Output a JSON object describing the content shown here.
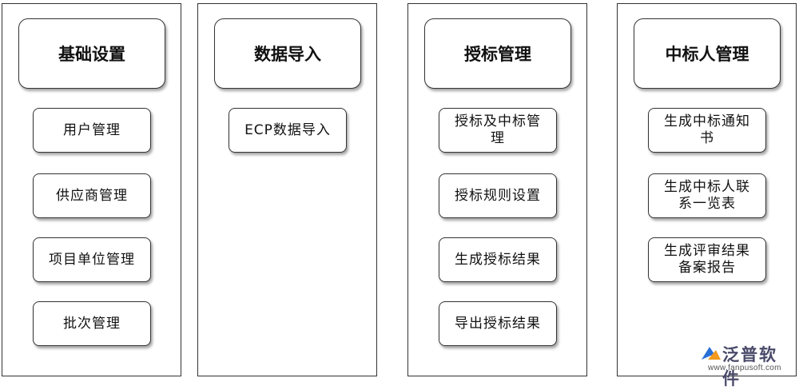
{
  "columns": [
    {
      "title": "基础设置",
      "items": [
        "用户管理",
        "供应商管理",
        "项目单位管理",
        "批次管理"
      ]
    },
    {
      "title": "数据导入",
      "items": [
        "ECP数据导入"
      ]
    },
    {
      "title": "授标管理",
      "items": [
        "授标及中标管理",
        "授标规则设置",
        "生成授标结果",
        "导出授标结果"
      ]
    },
    {
      "title": "中标人管理",
      "items": [
        "生成中标通知书",
        "生成中标人联系一览表",
        "生成评审结果备案报告"
      ]
    }
  ],
  "watermark": {
    "name": "泛普软件",
    "url": "www.fanpusoft.com",
    "icon": "fanpu-logo-icon",
    "colors": {
      "blue": "#2a6fd6",
      "orange": "#f39a1e"
    }
  }
}
